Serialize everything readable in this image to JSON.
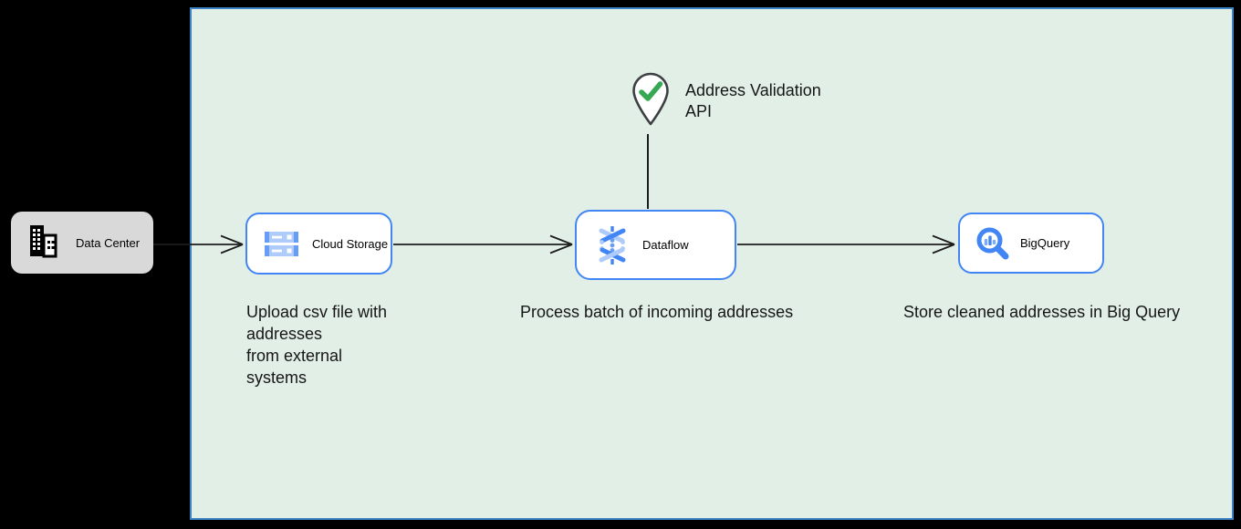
{
  "diagram_type": "cloud-architecture-flow",
  "nodes": {
    "data_center": {
      "label": "Data Center",
      "icon": "building-icon"
    },
    "cloud_storage": {
      "label": "Cloud Storage",
      "icon": "cloud-storage-icon"
    },
    "dataflow": {
      "label": "Dataflow",
      "icon": "dataflow-icon"
    },
    "bigquery": {
      "label": "BigQuery",
      "icon": "bigquery-icon"
    }
  },
  "api_marker": {
    "label": "Address Validation\nAPI",
    "icon": "map-pin-check-icon"
  },
  "captions": {
    "upload": "Upload csv file with\naddresses\nfrom external\nsystems",
    "process": "Process batch of incoming addresses",
    "store": "Store cleaned addresses in Big Query"
  },
  "flow": [
    "Data Center -> Cloud Storage",
    "Cloud Storage -> Dataflow",
    "Dataflow -> BigQuery",
    "Address Validation API - Dataflow"
  ],
  "colors": {
    "canvas_bg": "#000000",
    "zone_fill": "#e2efe6",
    "zone_border": "#3d85c6",
    "node_border": "#4285f4",
    "node_fill": "#ffffff",
    "data_center_fill": "#d9d9d9",
    "connector": "#1c1c1c",
    "check_green": "#34a853",
    "icon_blue": "#4285f4",
    "icon_blue_light": "#aecbfa"
  }
}
